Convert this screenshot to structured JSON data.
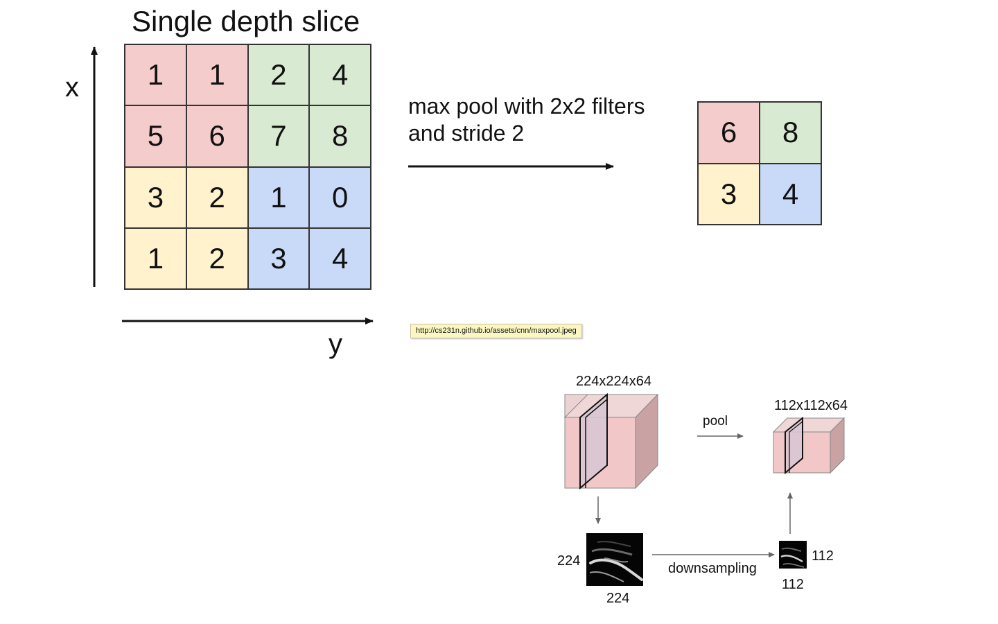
{
  "title": "Single depth slice",
  "axes": {
    "x_label": "x",
    "y_label": "y"
  },
  "input_grid": {
    "rows": [
      [
        1,
        1,
        2,
        4
      ],
      [
        5,
        6,
        7,
        8
      ],
      [
        3,
        2,
        1,
        0
      ],
      [
        1,
        2,
        3,
        4
      ]
    ]
  },
  "caption": {
    "line1": "max pool with 2x2 filters",
    "line2": "and stride 2"
  },
  "output_grid": {
    "rows": [
      [
        6,
        8
      ],
      [
        3,
        4
      ]
    ]
  },
  "source_tooltip": "http://cs231n.github.io/assets/cnn/maxpool.jpeg",
  "volume_diagram": {
    "input_label": "224x224x64",
    "output_label": "112x112x64",
    "pool_label": "pool",
    "downsampling_label": "downsampling",
    "input_height_label": "224",
    "input_width_label": "224",
    "output_height_label": "112",
    "output_width_label": "112"
  },
  "colors": {
    "red": "#f4cccc",
    "green": "#d9ead3",
    "yellow": "#fff2cc",
    "blue": "#c9daf8",
    "volume_front": "#f1c7c8",
    "volume_side": "#c9a2a4",
    "slice": "#d7c5d2"
  }
}
